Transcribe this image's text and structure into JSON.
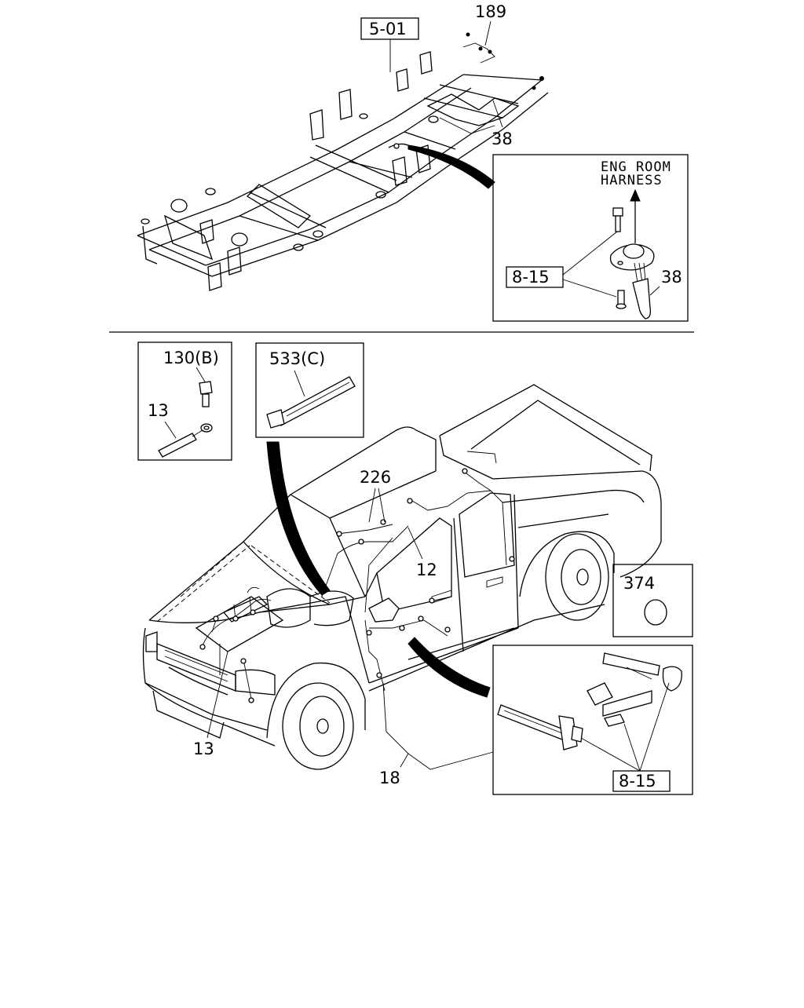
{
  "top": {
    "frame_ref": "5-01",
    "part_189": "189",
    "part_38": "38",
    "detail": {
      "note_line1": "ENG ROOM",
      "note_line2": "HARNESS",
      "ref": "8-15",
      "part_38": "38"
    }
  },
  "bottom": {
    "box_bolt": {
      "part_130b": "130(B)",
      "part_13": "13"
    },
    "box_tie": {
      "part_533c": "533(C)"
    },
    "box_plug": {
      "part_374": "374"
    },
    "part_226": "226",
    "part_12": "12",
    "part_13": "13",
    "part_18": "18",
    "detail_ref": "8-15"
  }
}
